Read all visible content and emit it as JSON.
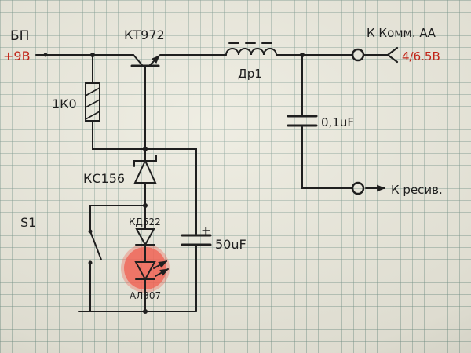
{
  "schematic": {
    "power": {
      "label": "БП",
      "voltage": "+9В"
    },
    "transistor": {
      "label": "КТ972"
    },
    "resistor": {
      "label": "1К0"
    },
    "inductor": {
      "label": "Др1"
    },
    "zener": {
      "label": "КС156"
    },
    "diode": {
      "label": "КД522"
    },
    "led": {
      "label": "АЛ307"
    },
    "switch": {
      "label": "S1"
    },
    "filter_cap": {
      "label": "0,1uF"
    },
    "electrolytic_cap": {
      "label": "50uF",
      "polarity": "+"
    },
    "comm_terminal": {
      "label": "К Комм. АА",
      "voltage": "4/6.5В"
    },
    "receiver_terminal": {
      "label": "К ресив."
    }
  },
  "colors": {
    "ink": "#1f1f1f",
    "red": "#c02418",
    "led_highlight": "#ef6355",
    "paper": "#e8e6da",
    "grid": "#6e8e83"
  }
}
